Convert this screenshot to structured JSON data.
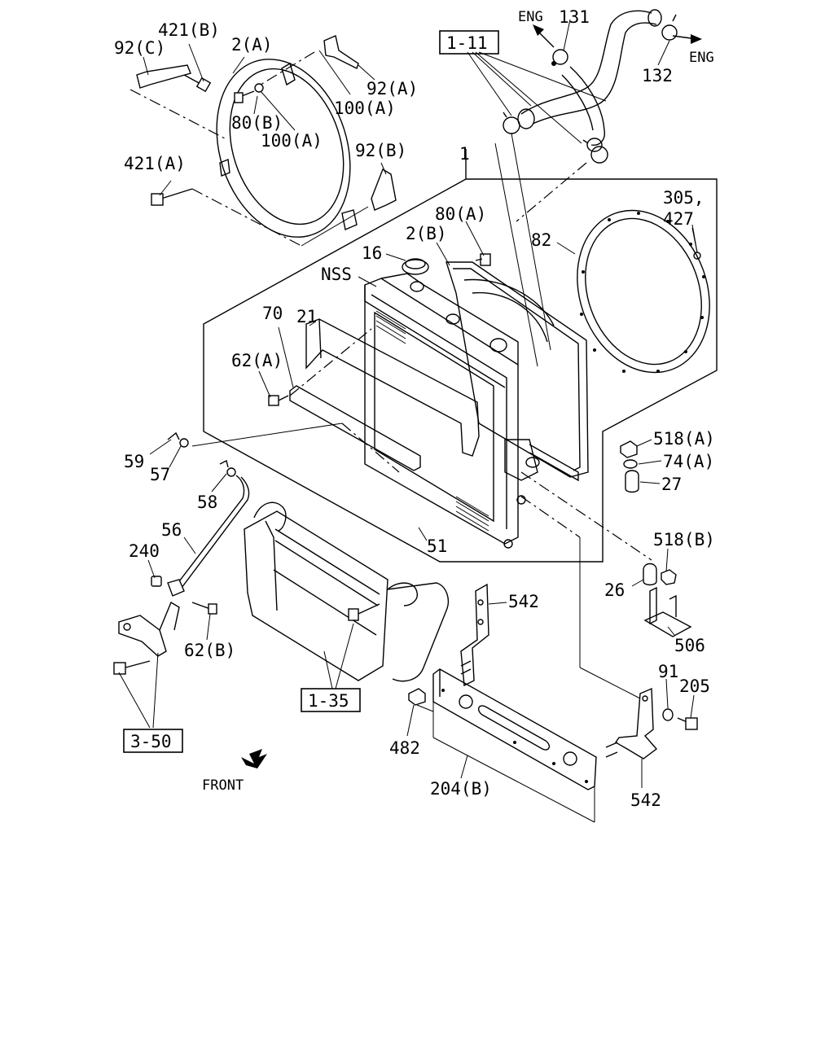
{
  "part_labels": {
    "p92c": "92(C)",
    "p421b": "421(B)",
    "p2a": "2(A)",
    "p92a": "92(A)",
    "p100a_top": "100(A)",
    "p80b": "80(B)",
    "p100a": "100(A)",
    "p92b": "92(B)",
    "p421a": "421(A)",
    "p1": "1",
    "p131": "131",
    "p132": "132",
    "p305": "305,",
    "p427": "427",
    "p82": "82",
    "p80a": "80(A)",
    "p2b": "2(B)",
    "p16": "16",
    "pNSS": "NSS",
    "p21": "21",
    "p70": "70",
    "p62a": "62(A)",
    "p59": "59",
    "p57": "57",
    "p58": "58",
    "p56": "56",
    "p240": "240",
    "p62b": "62(B)",
    "p51": "51",
    "p518a": "518(A)",
    "p74a": "74(A)",
    "p27": "27",
    "p518b": "518(B)",
    "p26": "26",
    "p506": "506",
    "p542_top": "542",
    "p91": "91",
    "p205": "205",
    "p482": "482",
    "p204b": "204(B)",
    "p542_bottom": "542"
  },
  "engine_labels": {
    "eng_left": "ENG",
    "eng_right": "ENG"
  },
  "reference_boxes": {
    "ref_1_11": "1-11",
    "ref_1_35": "1-35",
    "ref_3_50": "3-50"
  },
  "front_label": "FRONT"
}
